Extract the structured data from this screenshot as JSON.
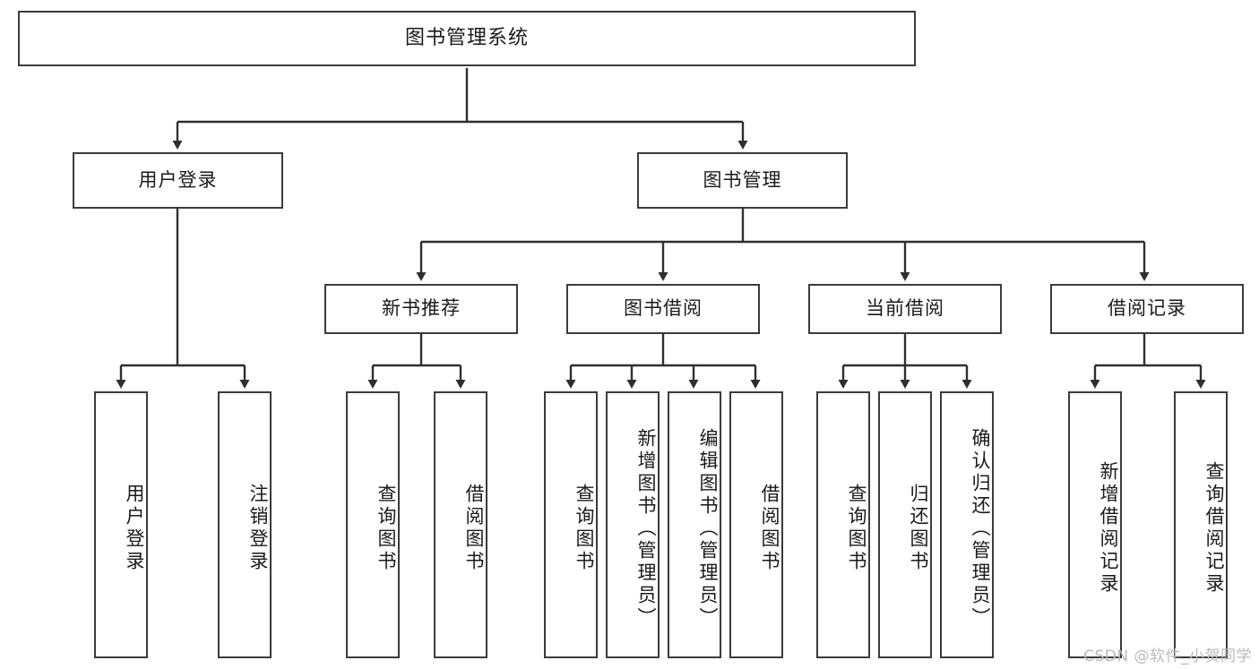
{
  "diagram": {
    "title": "图书管理系统",
    "watermark": "CSDN @软件_小贺同学",
    "colors": {
      "stroke": "#3b3b3b",
      "fill": "#ffffff",
      "text": "#1a1a1a",
      "watermark": "#b9b9b9"
    },
    "root": {
      "label": "图书管理系统"
    },
    "level2": [
      {
        "label": "用户登录"
      },
      {
        "label": "图书管理"
      }
    ],
    "level3": [
      {
        "label": "新书推荐"
      },
      {
        "label": "图书借阅"
      },
      {
        "label": "当前借阅"
      },
      {
        "label": "借阅记录"
      }
    ],
    "leaves": {
      "user_login": [
        {
          "label": "用户登录"
        },
        {
          "label": "注销登录"
        }
      ],
      "new_book": [
        {
          "label": "查询图书"
        },
        {
          "label": "借阅图书"
        }
      ],
      "book_borrow": [
        {
          "label": "查询图书"
        },
        {
          "label": "新增图书（管理员）"
        },
        {
          "label": "编辑图书（管理员）"
        },
        {
          "label": "借阅图书"
        }
      ],
      "current_borrow": [
        {
          "label": "查询图书"
        },
        {
          "label": "归还图书"
        },
        {
          "label": "确认归还（管理员）"
        }
      ],
      "borrow_record": [
        {
          "label": "新增借阅记录"
        },
        {
          "label": "查询借阅记录"
        }
      ]
    }
  }
}
